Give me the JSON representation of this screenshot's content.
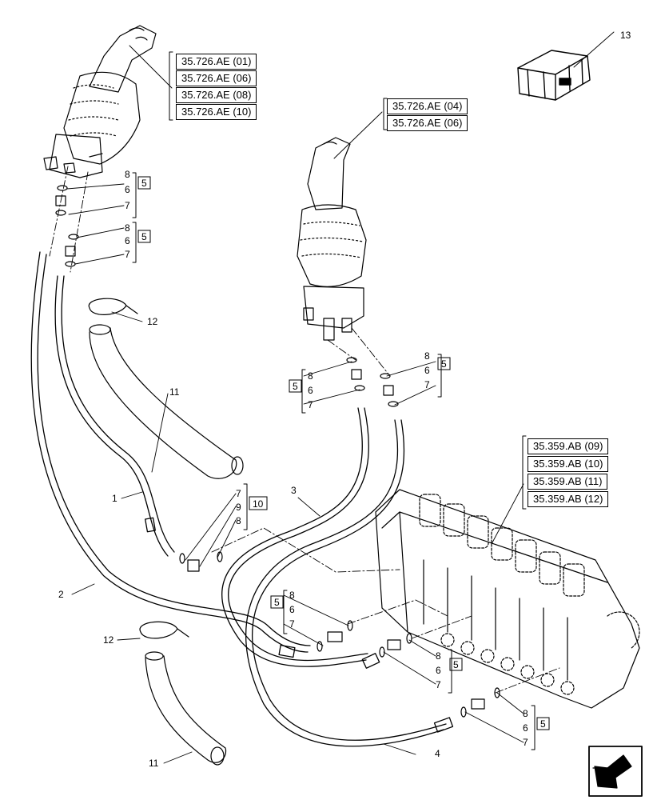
{
  "refs": {
    "top_left": [
      "35.726.AE (01)",
      "35.726.AE (06)",
      "35.726.AE (08)",
      "35.726.AE (10)"
    ],
    "top_mid": [
      "35.726.AE (04)",
      "35.726.AE (06)"
    ],
    "right": [
      "35.359.AB (09)",
      "35.359.AB (10)",
      "35.359.AB (11)",
      "35.359.AB (12)"
    ]
  },
  "callouts": {
    "n1": "1",
    "n2": "2",
    "n3": "3",
    "n4": "4",
    "n5": "5",
    "n6": "6",
    "n7": "7",
    "n8": "8",
    "n9": "9",
    "n10": "10",
    "n11": "11",
    "n12": "12",
    "n13": "13"
  },
  "colors": {
    "line": "#000000",
    "background": "#ffffff"
  },
  "icons": [
    "kit-crate-icon",
    "nav-arrow-icon"
  ]
}
